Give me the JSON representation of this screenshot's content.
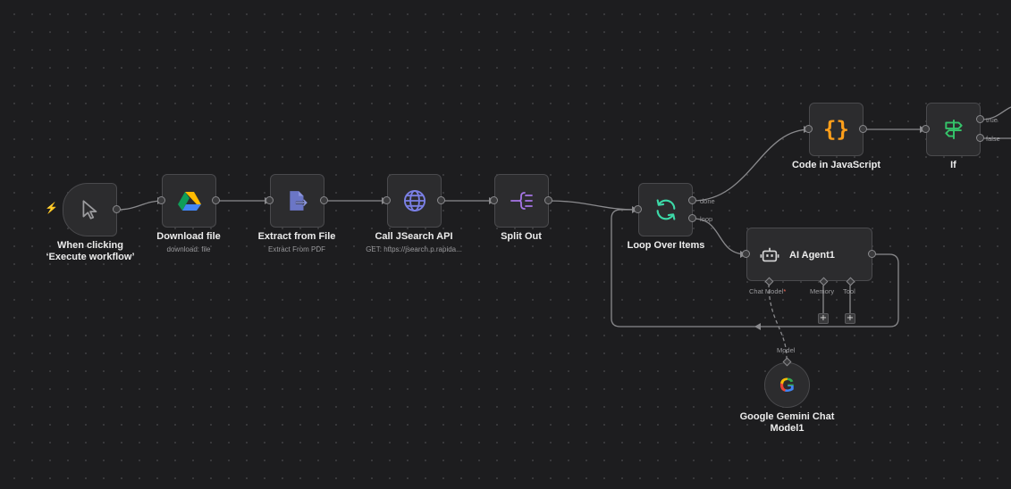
{
  "nodes": {
    "trigger": {
      "title": "When clicking ‘Execute workflow’",
      "bolt": "⚡"
    },
    "download": {
      "title": "Download file",
      "subtitle": "download: file"
    },
    "extract": {
      "title": "Extract from File",
      "subtitle": "Extract From PDF"
    },
    "http": {
      "title": "Call JSearch API",
      "subtitle": "GET: https://jsearch.p.rapida..."
    },
    "split": {
      "title": "Split Out"
    },
    "loop": {
      "title": "Loop Over Items",
      "out_done": "done",
      "out_loop": "loop"
    },
    "code": {
      "title": "Code in JavaScript",
      "icon_text": "{}"
    },
    "if": {
      "title": "If",
      "out_true": "true",
      "out_false": "false"
    },
    "agent": {
      "title": "AI Agent1",
      "port_chat": "Chat Model",
      "port_memory": "Memory",
      "port_tool": "Tool",
      "required_mark": "*"
    },
    "gemini": {
      "title": "Google Gemini Chat Model1",
      "port_model": "Model",
      "icon_text": "G"
    }
  },
  "colors": {
    "canvas": "#1d1d1f",
    "node_bg": "#2c2c2e",
    "edge": "#8a8a8d",
    "accent": "#ff6d5a",
    "code_icon": "#ff9f1a",
    "if_icon": "#35c46a",
    "loop_icon": "#3dd9a8",
    "http_icon": "#7b80e6",
    "split_icon": "#a776e8",
    "extract_icon": "#6b76c6"
  }
}
